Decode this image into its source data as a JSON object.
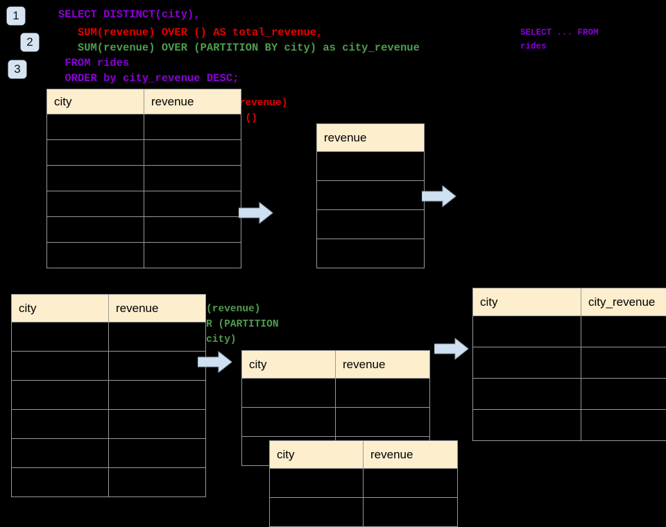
{
  "theme": {
    "background": "#000000",
    "header_fill": "#fdeecd",
    "cell_border": "#9a9a9a",
    "badge_fill": "#d6e4f2",
    "arrow_fill": "#cfe0f2",
    "arrow_stroke": "#8f9fae",
    "sql_purple": "#8b00d8",
    "sql_red": "#e60000",
    "sql_green": "#4f9e4f"
  },
  "sql": {
    "line1": "SELECT DISTINCT(city),",
    "line2": "   SUM(revenue) OVER () AS total_revenue,",
    "line3": "   SUM(revenue) OVER (PARTITION BY city) as city_revenue",
    "line4": " FROM rides",
    "line5": " ORDER by city_revenue DESC;"
  },
  "badges": {
    "one": "1",
    "two": "2",
    "three": "3"
  },
  "notes": {
    "select_from_rides": "SELECT ... FROM\nrides",
    "sum_over_empty": "SUM(revenue)\nOVER ()",
    "sum_over_partition": "SUM(revenue)\nOVER (PARTITION\nBY city)"
  },
  "tables": {
    "rides_top": {
      "name": "rides-source-table",
      "headers": [
        "city",
        "revenue"
      ],
      "body_rows": 6
    },
    "total_revenue": {
      "name": "total-revenue-table",
      "headers": [
        "revenue"
      ],
      "body_rows": 4
    },
    "rides_bottom": {
      "name": "rides-source-table-2",
      "headers": [
        "city",
        "revenue"
      ],
      "body_rows": 6
    },
    "partition_back": {
      "name": "partition-table-back",
      "headers": [
        "city",
        "revenue"
      ],
      "body_rows": 3
    },
    "partition_front": {
      "name": "partition-table-front",
      "headers": [
        "city",
        "revenue"
      ],
      "body_rows": 2
    },
    "result": {
      "name": "result-table",
      "headers": [
        "city",
        "city_revenue"
      ],
      "body_rows": 4
    }
  },
  "arrows": {
    "a1": "arrow-right",
    "a2": "arrow-right",
    "a3": "arrow-right",
    "a4": "arrow-right"
  }
}
